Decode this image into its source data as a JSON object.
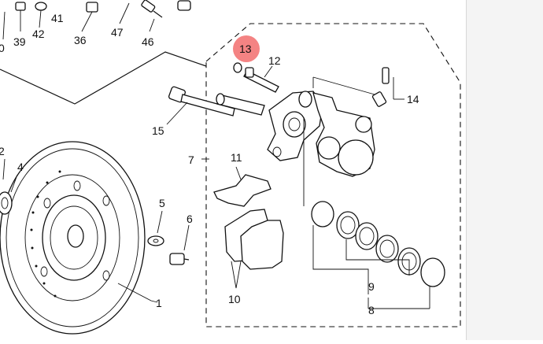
{
  "diagram": {
    "highlight_color": "#f26d6d",
    "highlighted_callout": "13",
    "callouts": {
      "c0": "0",
      "c39": "39",
      "c42": "42",
      "c41": "41",
      "c36": "36",
      "c47": "47",
      "c46": "46",
      "c13": "13",
      "c12": "12",
      "c14": "14",
      "c15": "15",
      "c7": "7",
      "c11": "11",
      "c2": "2",
      "c4": "4",
      "c5": "5",
      "c6": "6",
      "c1": "1",
      "c10": "10",
      "c9": "9",
      "c8": "8"
    }
  }
}
